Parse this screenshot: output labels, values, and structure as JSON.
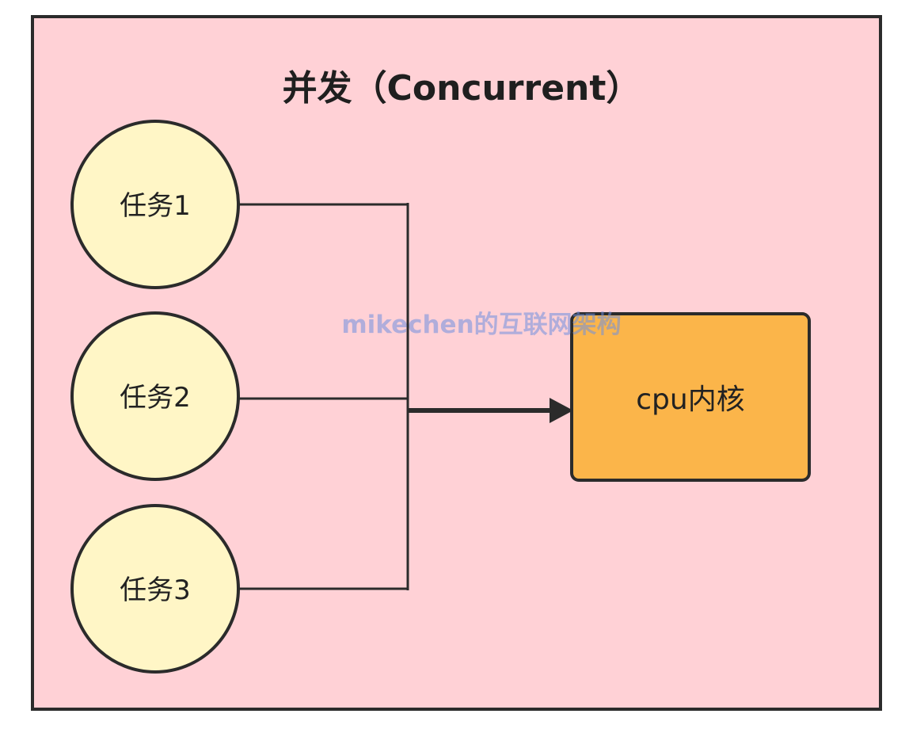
{
  "title": "并发（Concurrent）",
  "tasks": [
    {
      "label": "任务1"
    },
    {
      "label": "任务2"
    },
    {
      "label": "任务3"
    }
  ],
  "cpu": {
    "label": "cpu内核"
  },
  "watermark": "mikechen的互联网架构",
  "colors": {
    "background": "#ffd1d6",
    "task_fill": "#fff6c6",
    "cpu_fill": "#fbb54a",
    "stroke": "#2b2b2b",
    "watermark": "#6f8fe0"
  }
}
